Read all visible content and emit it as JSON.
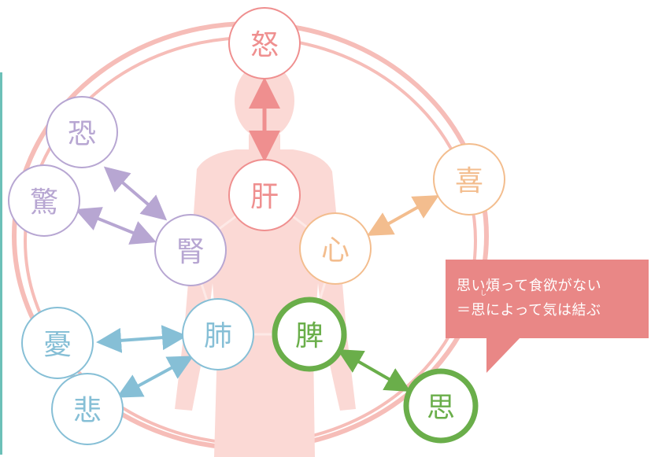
{
  "palette": {
    "ring": "#f6bdb8",
    "body": "#fbd9d5",
    "liver": "#ef8f8f",
    "heart": "#f3bd8e",
    "spleen": "#6aae4a",
    "lung": "#86bfd6",
    "kidney": "#b7a6d2",
    "callout": "#e98786",
    "accent_bar": "#6cc0b8"
  },
  "organs": {
    "liver": "肝",
    "heart": "心",
    "spleen": "脾",
    "lung": "肺",
    "kidney": "腎"
  },
  "emotions": {
    "anger": "怒",
    "joy": "喜",
    "pensiveness": "思",
    "worry": "憂",
    "sorrow": "悲",
    "fear": "恐",
    "fright": "驚"
  },
  "callout": {
    "line1": "思い煩って食欲がない",
    "line2": "＝思によって気は結ぶ",
    "ruby": "し"
  }
}
